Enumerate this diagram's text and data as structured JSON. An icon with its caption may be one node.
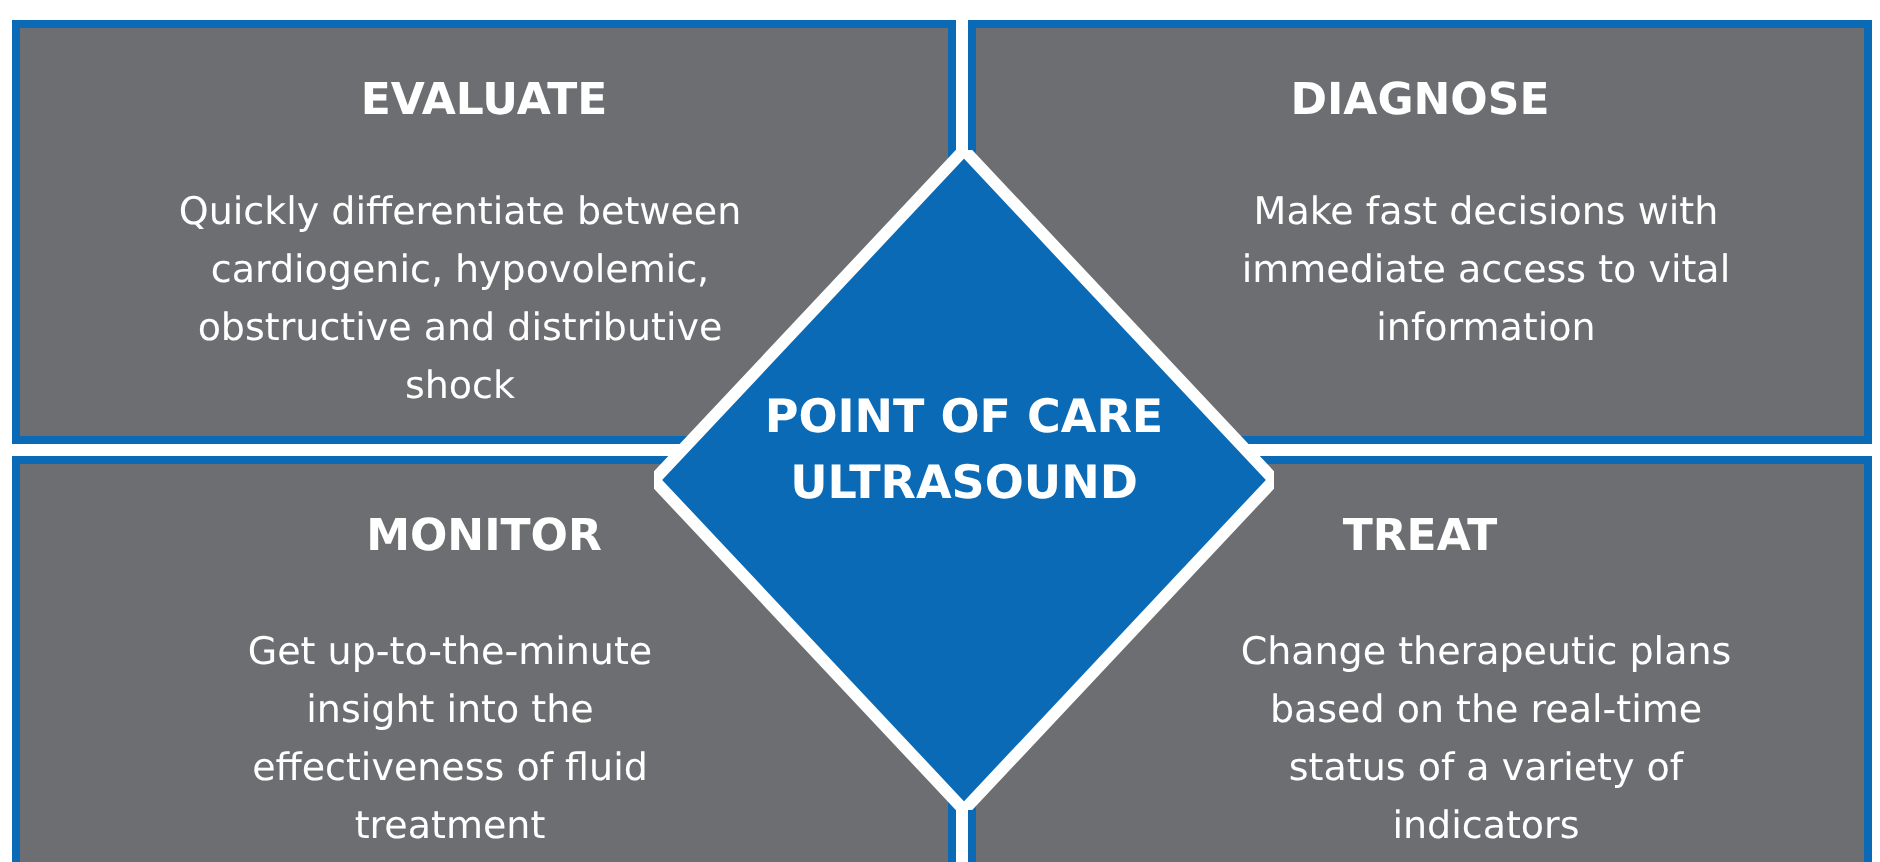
{
  "diagram": {
    "nodes": [
      {
        "text": [
          "EVALUATE",
          "Quickly differentiate between cardiogenic, hypovolemic, obstructive and distributive shock"
        ]
      },
      {
        "text": [
          "DIAGNOSE",
          "Make fast decisions with immediate access to vital information"
        ]
      },
      {
        "text": [
          "MONITOR",
          "Get up-to-the-minute insight into the effectiveness of fluid treatment"
        ]
      },
      {
        "text": [
          "TREAT",
          "Change therapeutic plans based on the real-time status of a variety of indicators"
        ]
      },
      {
        "text": [
          "POINT OF CARE ULTRASOUND"
        ]
      }
    ],
    "edges": []
  }
}
